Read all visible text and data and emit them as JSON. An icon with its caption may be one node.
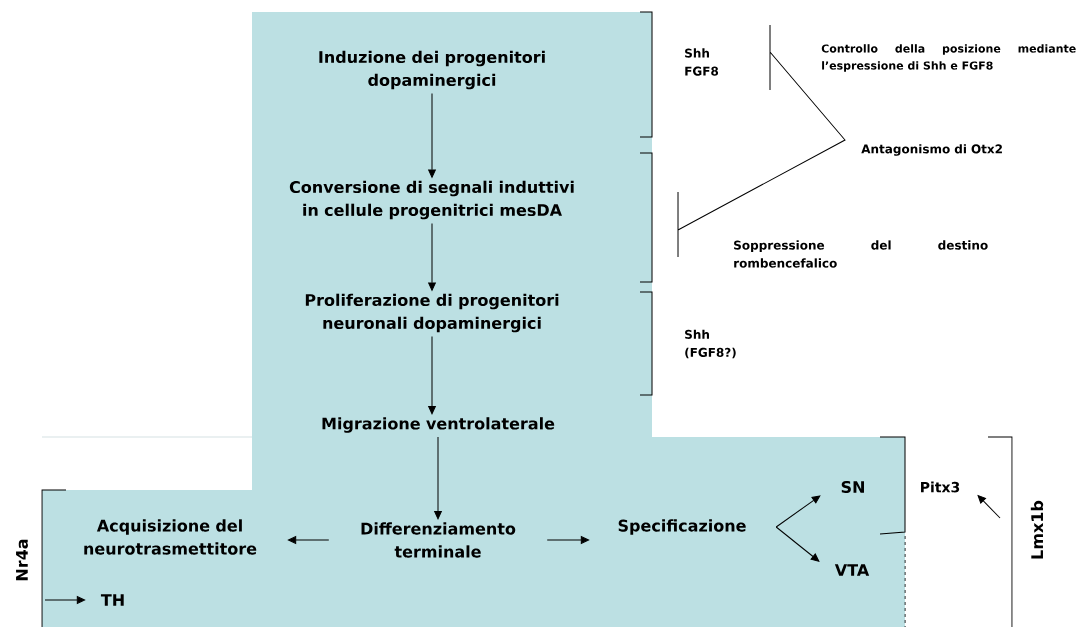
{
  "diagram": {
    "nodes": [
      {
        "text": [
          "Induzione dei progenitori dopaminergici"
        ]
      },
      {
        "text": [
          "Conversione di segnali induttivi in cellule progenitrici mesDA"
        ]
      },
      {
        "text": [
          "Proliferazione di progenitori neuronali dopaminergici"
        ]
      },
      {
        "text": [
          "Migrazione ventrolaterale"
        ]
      },
      {
        "text": [
          "Differenziamento terminale"
        ]
      },
      {
        "text": [
          "Acquisizione del neurotrasmettitore"
        ]
      },
      {
        "text": [
          "Specificazione"
        ]
      },
      {
        "text": [
          "SN"
        ]
      },
      {
        "text": [
          "VTA"
        ]
      },
      {
        "text": [
          "TH"
        ]
      },
      {
        "text": [
          "Pitx3"
        ]
      },
      {
        "text": [
          "Nr4a"
        ]
      },
      {
        "text": [
          "Lmx1b"
        ]
      }
    ],
    "edges": [
      {
        "from": 0,
        "to": 1,
        "arrow": "to"
      },
      {
        "from": 1,
        "to": 2,
        "arrow": "to"
      },
      {
        "from": 2,
        "to": 3,
        "arrow": "to"
      },
      {
        "from": 3,
        "to": 4,
        "arrow": "to"
      },
      {
        "from": 4,
        "to": 5,
        "arrow": "to"
      },
      {
        "from": 4,
        "to": 6,
        "arrow": "to"
      },
      {
        "from": 6,
        "to": 7,
        "arrow": "to"
      },
      {
        "from": 6,
        "to": 8,
        "arrow": "to"
      },
      {
        "from": 11,
        "to": 9,
        "arrow": "to"
      },
      {
        "from": 12,
        "to": 10,
        "arrow": "to"
      }
    ],
    "labels": [
      "Shh FGF8",
      "Controllo della posizione mediante l’espressione di Shh e FGF8",
      "Antagonismo di Otx2",
      "Soppressione del destino rombencefalico",
      "Shh (FGF8?)"
    ]
  }
}
